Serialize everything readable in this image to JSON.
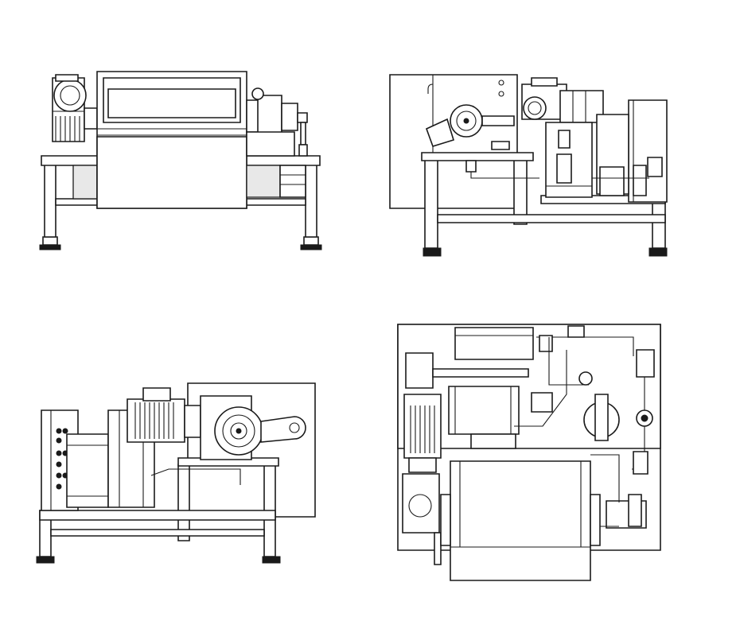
{
  "drawing": {
    "views": [
      {
        "id": "front",
        "kind": "front-elevation"
      },
      {
        "id": "right",
        "kind": "right-side-elevation"
      },
      {
        "id": "left",
        "kind": "left-side-elevation"
      },
      {
        "id": "top",
        "kind": "plan-view"
      }
    ],
    "line_color": "#1a1a1a",
    "background_color": "#ffffff"
  }
}
